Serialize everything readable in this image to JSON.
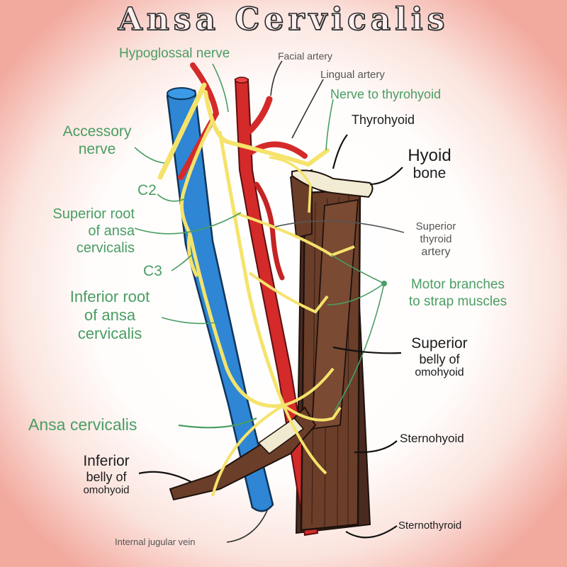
{
  "title": "Ansa Cervicalis",
  "colors": {
    "label_green": "#4a9d63",
    "artery_red": "#d42a2a",
    "vein_blue": "#2e86d4",
    "nerve_yellow": "#f5e36b",
    "muscle_brown": "#5b3627"
  },
  "labels": {
    "hypoglossal_nerve": "Hypoglossal nerve",
    "facial_artery": "Facial artery",
    "lingual_artery": "Lingual artery",
    "nerve_to_thyrohyoid": "Nerve to thyrohyoid",
    "thyrohyoid": "Thyrohyoid",
    "hyoid_bone_1": "Hyoid",
    "hyoid_bone_2": "bone",
    "accessory_nerve_1": "Accessory",
    "accessory_nerve_2": "nerve",
    "c2": "C2",
    "superior_root_1": "Superior root",
    "superior_root_2": "of ansa",
    "superior_root_3": "cervicalis",
    "superior_thyroid_artery_1": "Superior",
    "superior_thyroid_artery_2": "thyroid",
    "superior_thyroid_artery_3": "artery",
    "c3": "C3",
    "motor_branches_1": "Motor branches",
    "motor_branches_2": "to strap muscles",
    "inferior_root_1": "Inferior root",
    "inferior_root_2": "of ansa",
    "inferior_root_3": "cervicalis",
    "superior_belly_1": "Superior",
    "superior_belly_2": "belly of",
    "superior_belly_3": "omohyoid",
    "ansa_cervicalis": "Ansa cervicalis",
    "sternohyoid": "Sternohyoid",
    "inferior_belly_1": "Inferior",
    "inferior_belly_2": "belly of",
    "inferior_belly_3": "omohyoid",
    "internal_jugular_vein": "Internal jugular vein",
    "sternothyroid": "Sternothyroid"
  }
}
